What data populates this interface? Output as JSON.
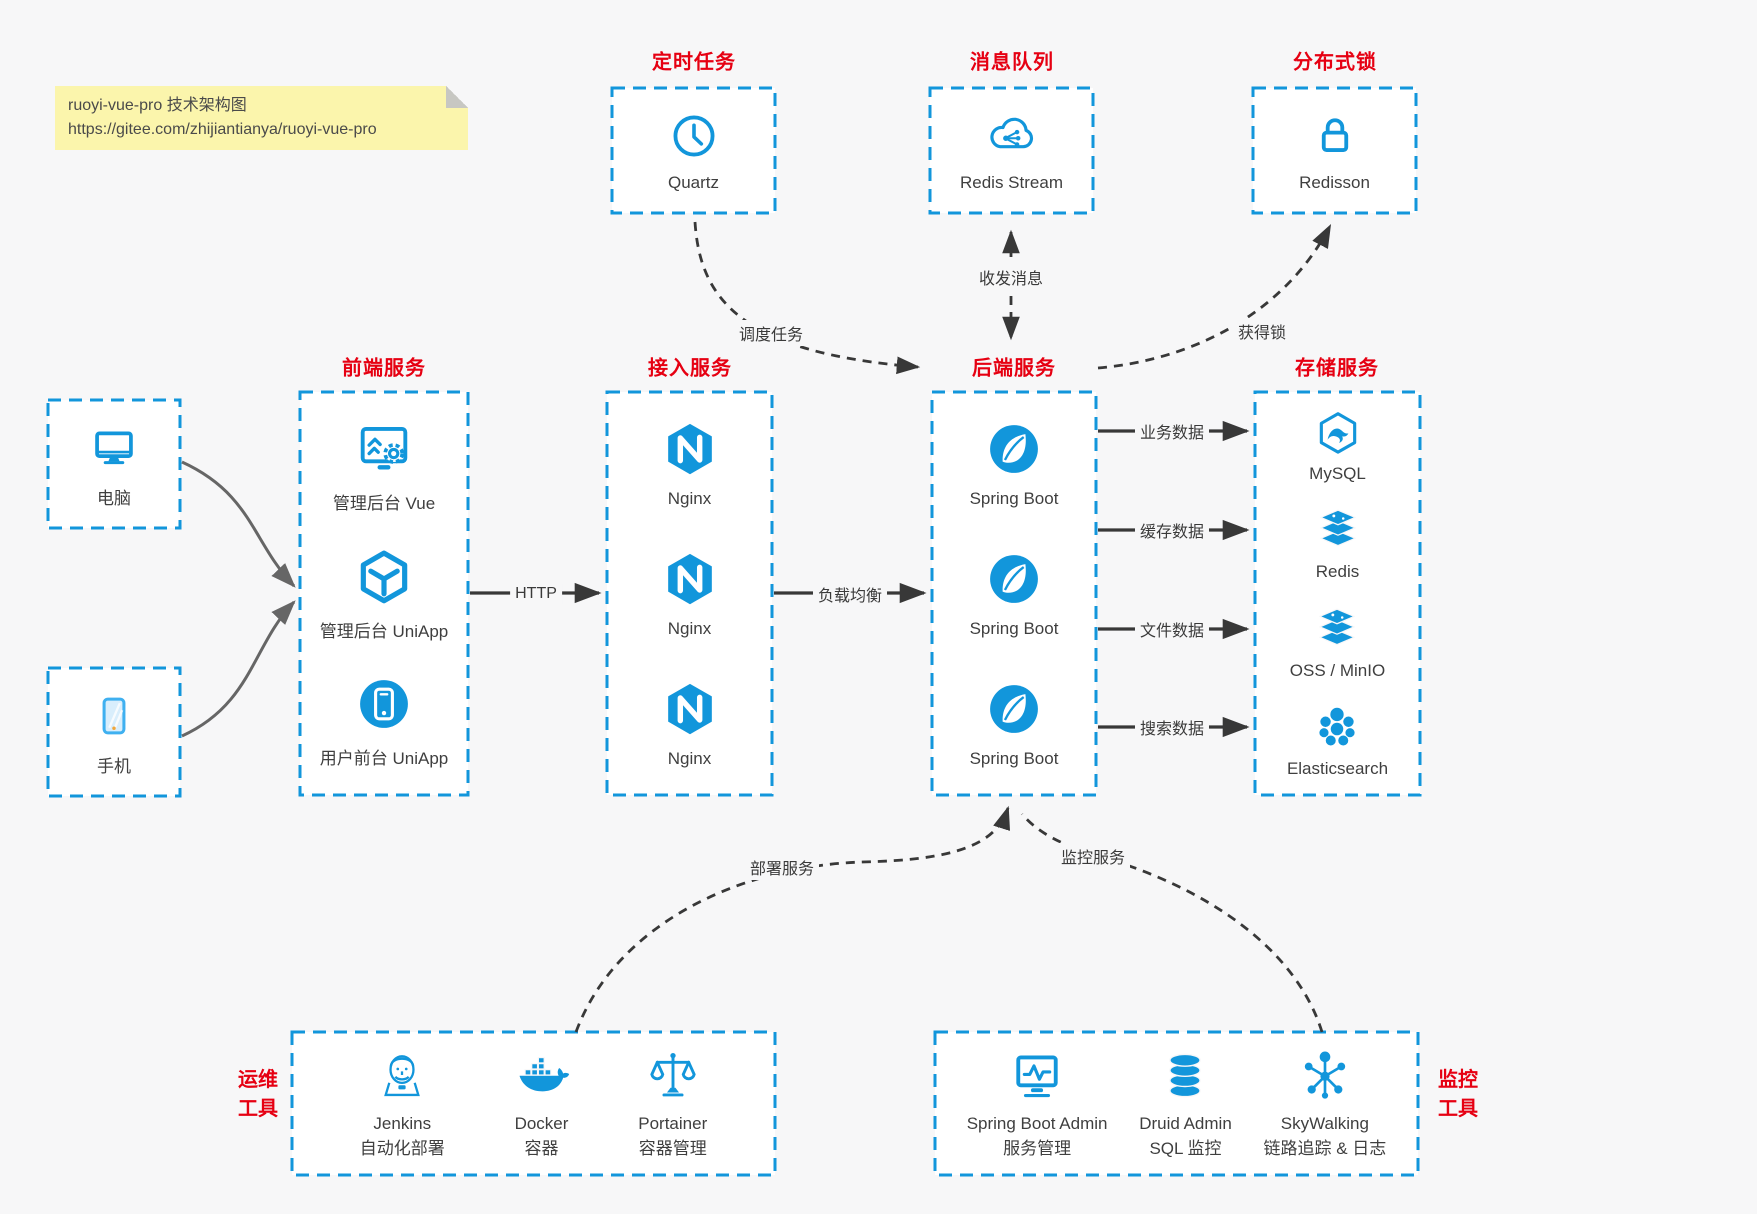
{
  "note": {
    "line1": "ruoyi-vue-pro 技术架构图",
    "line2": "https://gitee.com/zhijiantianya/ruoyi-vue-pro"
  },
  "quartz": {
    "title": "定时任务",
    "label": "Quartz"
  },
  "mq": {
    "title": "消息队列",
    "label": "Redis Stream"
  },
  "dlock": {
    "title": "分布式锁",
    "label": "Redisson"
  },
  "clients": {
    "pc": "电脑",
    "phone": "手机"
  },
  "frontend": {
    "title": "前端服务",
    "items": [
      "管理后台 Vue",
      "管理后台 UniApp",
      "用户前台 UniApp"
    ]
  },
  "gateway": {
    "title": "接入服务",
    "items": [
      "Nginx",
      "Nginx",
      "Nginx"
    ]
  },
  "backend": {
    "title": "后端服务",
    "items": [
      "Spring Boot",
      "Spring Boot",
      "Spring Boot"
    ]
  },
  "storage": {
    "title": "存储服务",
    "items": [
      "MySQL",
      "Redis",
      "OSS / MinIO",
      "Elasticsearch"
    ]
  },
  "ops": {
    "title_line1": "运维",
    "title_line2": "工具",
    "items": [
      {
        "name": "Jenkins",
        "desc": "自动化部署"
      },
      {
        "name": "Docker",
        "desc": "容器"
      },
      {
        "name": "Portainer",
        "desc": "容器管理"
      }
    ]
  },
  "monitor_tools": {
    "title_line1": "监控",
    "title_line2": "工具",
    "items": [
      {
        "name": "Spring Boot Admin",
        "desc": "服务管理"
      },
      {
        "name": "Druid Admin",
        "desc": "SQL 监控"
      },
      {
        "name": "SkyWalking",
        "desc": "链路追踪 & 日志"
      }
    ]
  },
  "edges": {
    "http": "HTTP",
    "load_balance": "负载均衡",
    "schedule": "调度任务",
    "message": "收发消息",
    "lock": "获得锁",
    "biz": "业务数据",
    "cache": "缓存数据",
    "file": "文件数据",
    "search": "搜索数据",
    "deploy": "部署服务",
    "monitor": "监控服务"
  },
  "colors": {
    "accent": "#1296db",
    "title_red": "#e60012",
    "arrow_dark": "#383838",
    "client_arrow": "#666666",
    "note_bg": "#fbf5ac",
    "canvas_bg": "#f7f7f8"
  }
}
